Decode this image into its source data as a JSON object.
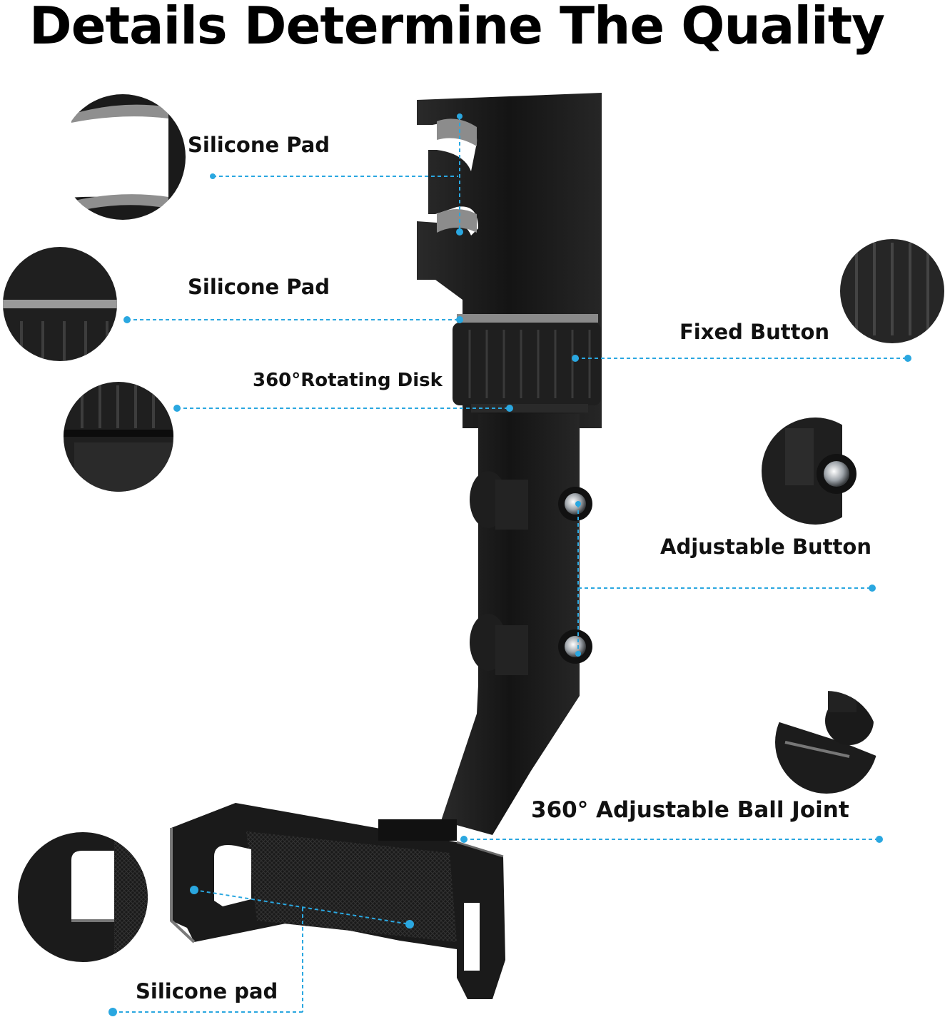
{
  "headline": "Details Determine The Quality",
  "colors": {
    "accent": "#2aa7e0",
    "product": "#1c1c1c",
    "pad": "#9a9a9a"
  },
  "callouts": {
    "top_silicone_pad": "Silicone Pad",
    "ring_silicone_pad": "Silicone Pad",
    "rotating_disk": "360°Rotating Disk",
    "fixed_button": "Fixed Button",
    "adjustable_button": "Adjustable Button",
    "ball_joint": "360° Adjustable Ball Joint",
    "holder_silicone_pad": "Silicone pad"
  }
}
